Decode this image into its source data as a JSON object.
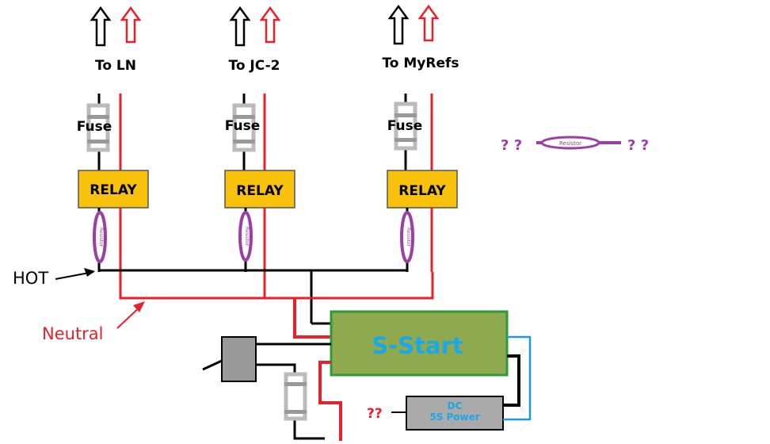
{
  "outputs": [
    {
      "label": "To LN"
    },
    {
      "label": "To JC-2"
    },
    {
      "label": "To MyRefs"
    }
  ],
  "fuse_label": "Fuse",
  "relay_label": "RELAY",
  "resistor_label": "Resistor",
  "hot_label": "HOT",
  "neutral_label": "Neutral",
  "sstart_label": "S-Start",
  "dc_power": {
    "line1": "DC",
    "line2": "5S Power"
  },
  "unknown_mark": "? ?",
  "unknown_mark_red": "??",
  "colors": {
    "hot_wire": "#000000",
    "neutral_wire": "#e8202a",
    "relay_fill": "#f7c10c",
    "resistor": "#9b3fa6",
    "sstart_fill": "#8faa4e",
    "sstart_border": "#2f9a3a",
    "sstart_text": "#1aa8e8",
    "dc_box_fill": "#aaaaaa",
    "control_wire": "#1a9ad8"
  }
}
